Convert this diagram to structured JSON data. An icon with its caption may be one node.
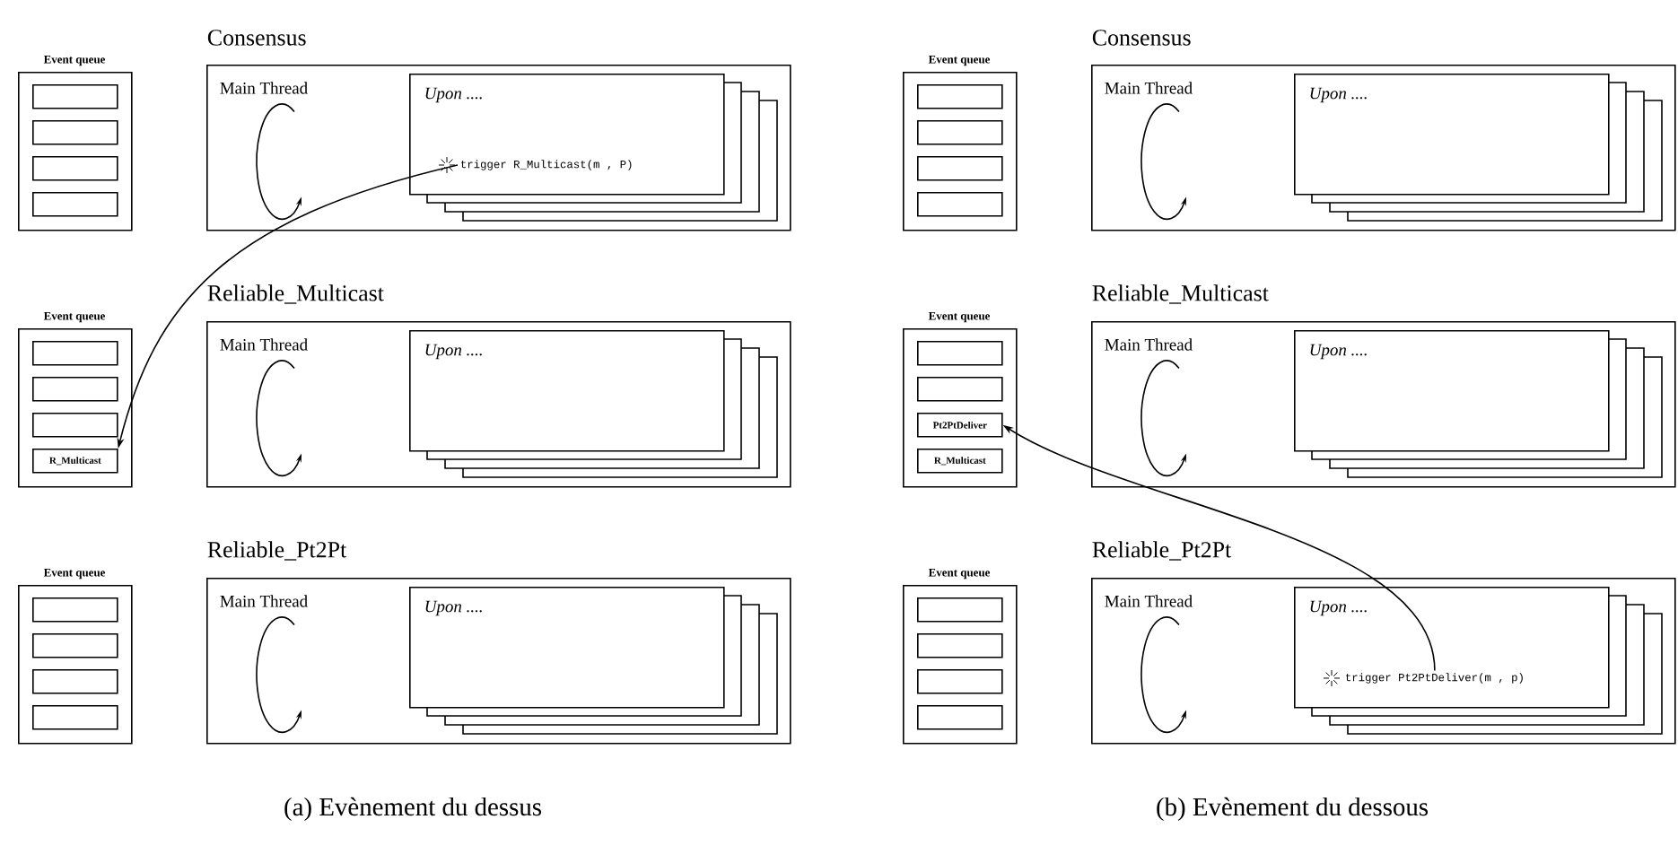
{
  "diagram": {
    "nodes": [
      {
        "text": [
          "Event queue"
        ]
      },
      {
        "text": [],
        "shape": "box",
        "in": 0
      },
      {
        "text": [],
        "shape": "box",
        "in": 0
      },
      {
        "text": [],
        "shape": "box",
        "in": 0
      },
      {
        "text": [],
        "shape": "box",
        "in": 0
      },
      {
        "text": [
          "Consensus",
          "Main Thread"
        ]
      },
      {
        "text": [
          "Upon ...."
        ],
        "in": 5
      },
      {
        "text": [
          "trigger R_Multicast(m , P)"
        ],
        "in": 6
      },
      {
        "text": [
          "Event queue"
        ]
      },
      {
        "text": [],
        "shape": "box",
        "in": 8
      },
      {
        "text": [],
        "shape": "box",
        "in": 8
      },
      {
        "text": [],
        "shape": "box",
        "in": 8
      },
      {
        "text": [
          "R_Multicast"
        ],
        "in": 8
      },
      {
        "text": [
          "Reliable_Multicast",
          "Main Thread"
        ]
      },
      {
        "text": [
          "Upon ...."
        ],
        "in": 13
      },
      {
        "text": [
          "Event queue"
        ]
      },
      {
        "text": [],
        "shape": "box",
        "in": 15
      },
      {
        "text": [],
        "shape": "box",
        "in": 15
      },
      {
        "text": [],
        "shape": "box",
        "in": 15
      },
      {
        "text": [],
        "shape": "box",
        "in": 15
      },
      {
        "text": [
          "Reliable_Pt2Pt",
          "Main Thread"
        ]
      },
      {
        "text": [
          "Upon ...."
        ],
        "in": 20
      },
      {
        "text": [
          "Event queue"
        ]
      },
      {
        "text": [],
        "shape": "box",
        "in": 22
      },
      {
        "text": [],
        "shape": "box",
        "in": 22
      },
      {
        "text": [],
        "shape": "box",
        "in": 22
      },
      {
        "text": [],
        "shape": "box",
        "in": 22
      },
      {
        "text": [
          "Consensus",
          "Main Thread"
        ]
      },
      {
        "text": [
          "Upon ...."
        ],
        "in": 27
      },
      {
        "text": [
          "Event queue"
        ]
      },
      {
        "text": [],
        "shape": "box",
        "in": 29
      },
      {
        "text": [],
        "shape": "box",
        "in": 29
      },
      {
        "text": [
          "Pt2PtDeliver"
        ],
        "in": 29
      },
      {
        "text": [
          "R_Multicast"
        ],
        "in": 29
      },
      {
        "text": [
          "Reliable_Multicast",
          "Main Thread"
        ]
      },
      {
        "text": [
          "Upon ...."
        ],
        "in": 34
      },
      {
        "text": [
          "Event queue"
        ]
      },
      {
        "text": [],
        "shape": "box",
        "in": 36
      },
      {
        "text": [],
        "shape": "box",
        "in": 36
      },
      {
        "text": [],
        "shape": "box",
        "in": 36
      },
      {
        "text": [],
        "shape": "box",
        "in": 36
      },
      {
        "text": [
          "Reliable_Pt2Pt",
          "Main Thread"
        ]
      },
      {
        "text": [
          "Upon ...."
        ],
        "in": 41
      },
      {
        "text": [
          "trigger Pt2PtDeliver(m , p)"
        ],
        "in": 42
      }
    ],
    "edges": [
      {
        "from": 7,
        "to": 12,
        "arrow": "to"
      },
      {
        "from": 43,
        "to": 32,
        "arrow": "to"
      }
    ],
    "labels": [
      "(a) Evènement du dessus",
      "(b) Evènement du dessous"
    ]
  }
}
